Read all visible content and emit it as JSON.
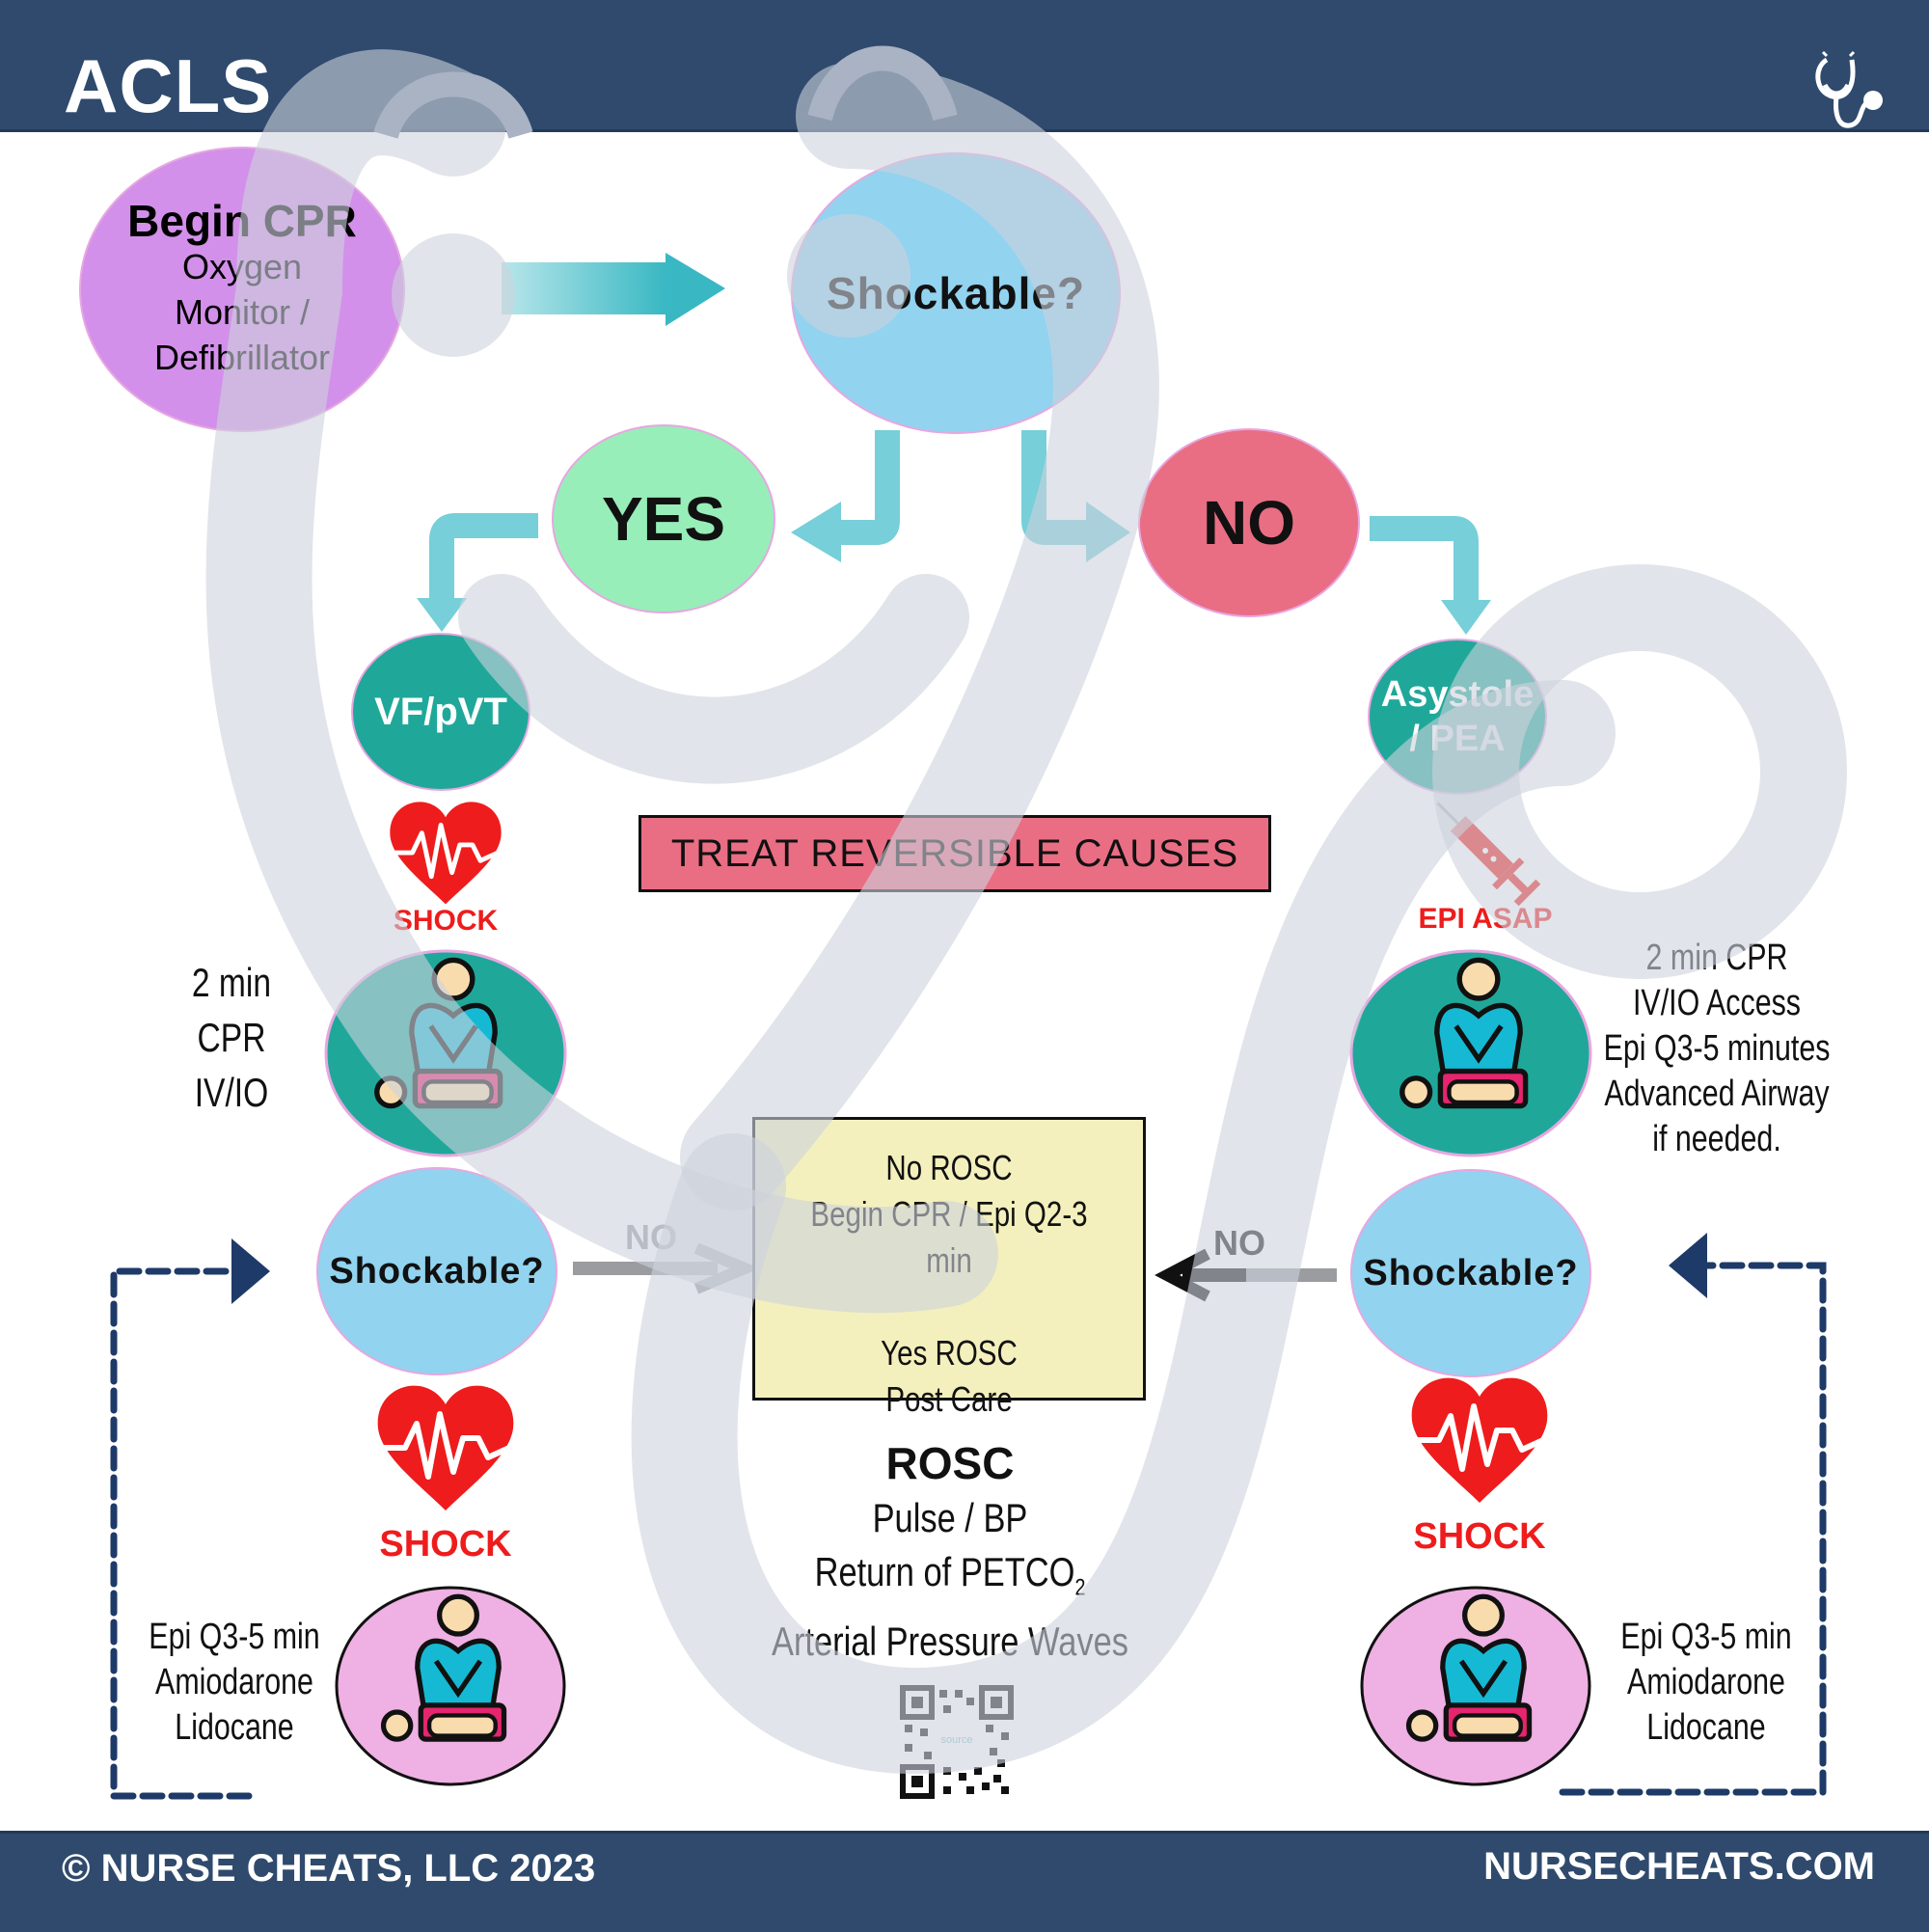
{
  "header": {
    "title": "ACLS",
    "logo_icon": "stethoscope-smile-icon"
  },
  "footer": {
    "copyright": "© NURSE CHEATS, LLC 2023",
    "website": "NURSECHEATS.COM"
  },
  "colors": {
    "header_bg": "#2f4a6d",
    "begin_cpr": "#d390ea",
    "shockable": "#92d3f0",
    "yes": "#98eeb9",
    "no": "#e96e84",
    "rhythm": "#1fa89a",
    "arrow": "#76cfd9",
    "shock_red": "#ee1c1c",
    "rosc_box": "#f3f0bd",
    "cpr_pink": "#efb0e3",
    "dashed_loop": "#1e3a68"
  },
  "nodes": {
    "begin_cpr": {
      "title": "Begin CPR",
      "lines": [
        "Oxygen",
        "Monitor /",
        "Defibrillator"
      ]
    },
    "shockable_top": {
      "label": "Shockable?"
    },
    "yes": {
      "label": "YES"
    },
    "no": {
      "label": "NO"
    },
    "vf_pvt": {
      "label": "VF/pVT"
    },
    "asystole_pea": {
      "line1": "Asystole",
      "line2": "/ PEA"
    },
    "shockable_left": {
      "label": "Shockable?"
    },
    "shockable_right": {
      "label": "Shockable?"
    }
  },
  "left_branch": {
    "shock1_label": "SHOCK",
    "cpr_notes": [
      "2 min",
      "CPR",
      "IV/IO"
    ],
    "shock2_label": "SHOCK",
    "drug_notes": [
      "Epi Q3-5 min",
      "Amiodarone",
      "Lidocane"
    ],
    "no_arrow_label": "NO"
  },
  "right_branch": {
    "epi_label": "EPI ASAP",
    "cpr_notes": [
      "2 min CPR",
      "IV/IO Access",
      "Epi Q3-5 minutes",
      "Advanced Airway",
      "if needed."
    ],
    "shock_label": "SHOCK",
    "drug_notes": [
      "Epi Q3-5 min",
      "Amiodarone",
      "Lidocane"
    ],
    "no_arrow_label": "NO"
  },
  "treat_banner": {
    "label": "TREAT REVERSIBLE CAUSES"
  },
  "rosc_box": {
    "lines": [
      "No ROSC",
      "Begin CPR / Epi Q2-3 min",
      "",
      "Yes ROSC",
      "Post Care"
    ]
  },
  "rosc_signs": {
    "title": "ROSC",
    "lines": [
      "Pulse / BP",
      "Arterial Pressure Waves"
    ],
    "petco_prefix": "Return of PETCO",
    "petco_sub": "2"
  },
  "qr": {
    "label": "source"
  }
}
